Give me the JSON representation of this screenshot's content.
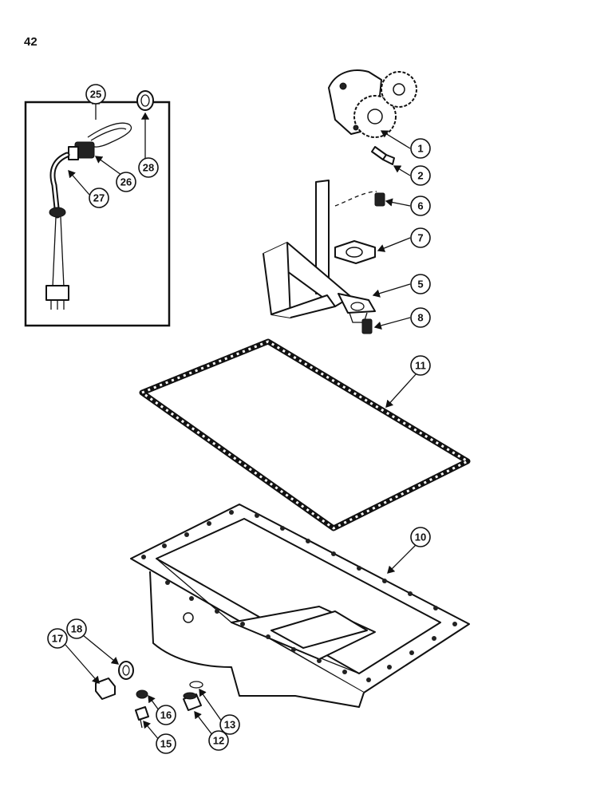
{
  "page": {
    "number": "42"
  },
  "callouts": {
    "c1": "1",
    "c2": "2",
    "c5": "5",
    "c6": "6",
    "c7": "7",
    "c8": "8",
    "c10": "10",
    "c11": "11",
    "c12": "12",
    "c13": "13",
    "c15": "15",
    "c16": "16",
    "c17": "17",
    "c18": "18",
    "c25": "25",
    "c26": "26",
    "c27": "27",
    "c28": "28"
  }
}
